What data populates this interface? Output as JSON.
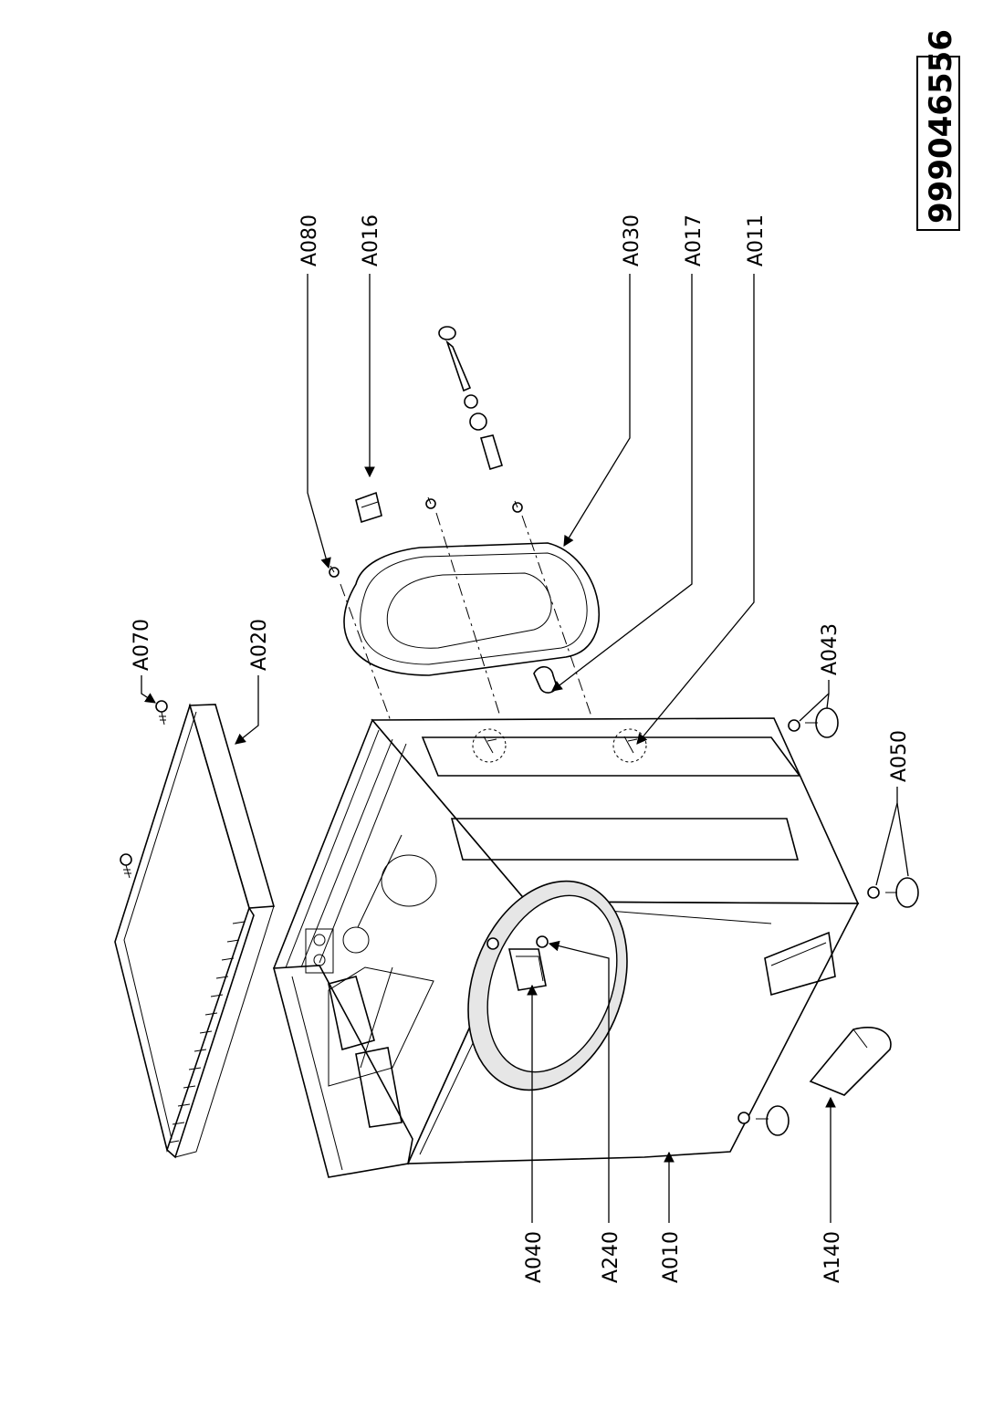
{
  "document_number": "999046556",
  "parts": [
    {
      "id": "A070",
      "label": "A070"
    },
    {
      "id": "A020",
      "label": "A020"
    },
    {
      "id": "A080",
      "label": "A080"
    },
    {
      "id": "A016",
      "label": "A016"
    },
    {
      "id": "A030",
      "label": "A030"
    },
    {
      "id": "A017",
      "label": "A017"
    },
    {
      "id": "A011",
      "label": "A011"
    },
    {
      "id": "A043",
      "label": "A043"
    },
    {
      "id": "A050",
      "label": "A050"
    },
    {
      "id": "A040",
      "label": "A040"
    },
    {
      "id": "A240",
      "label": "A240"
    },
    {
      "id": "A010",
      "label": "A010"
    },
    {
      "id": "A140",
      "label": "A140"
    }
  ]
}
